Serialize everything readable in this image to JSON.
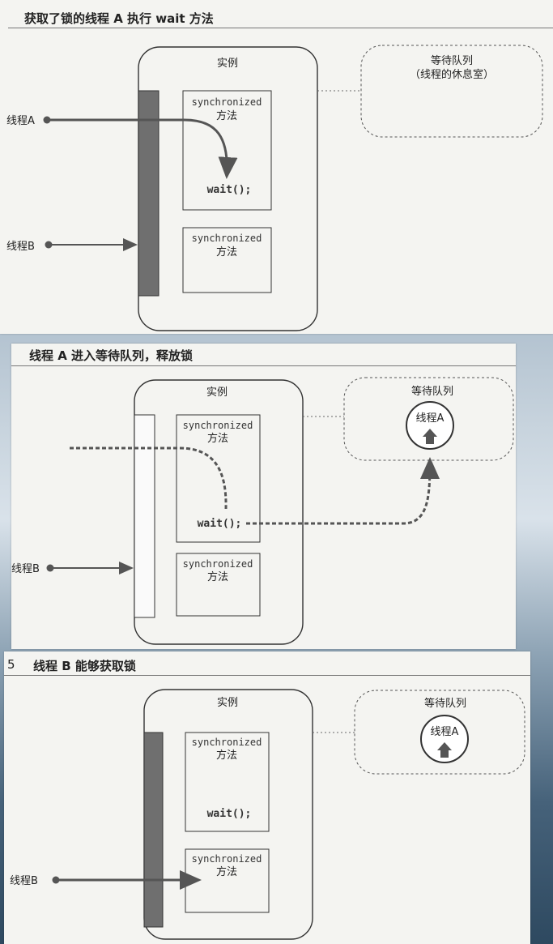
{
  "panel1": {
    "title": "获取了锁的线程 A 执行 wait 方法",
    "instance": "实例",
    "waitset_title": "等待队列",
    "waitset_sub": "（线程的休息室）",
    "m1_kw": "synchronized",
    "m1_label": "方法",
    "wait_call": "wait();",
    "m2_kw": "synchronized",
    "m2_label": "方法",
    "threadA": "线程A",
    "threadB": "线程B"
  },
  "panel2": {
    "title": "线程 A 进入等待队列，释放锁",
    "instance": "实例",
    "waitset_title": "等待队列",
    "waitset_thread": "线程A",
    "m1_kw": "synchronized",
    "m1_label": "方法",
    "wait_call": "wait();",
    "m2_kw": "synchronized",
    "m2_label": "方法",
    "threadB": "线程B"
  },
  "panel3": {
    "number": "5",
    "title": "线程 B 能够获取锁",
    "instance": "实例",
    "waitset_title": "等待队列",
    "waitset_thread": "线程A",
    "m1_kw": "synchronized",
    "m1_label": "方法",
    "wait_call": "wait();",
    "m2_kw": "synchronized",
    "m2_label": "方法",
    "threadB": "线程B"
  },
  "colors": {
    "lock_bar": "#6f6f6f",
    "arrow": "#555555",
    "paper": "#f4f4f1"
  }
}
